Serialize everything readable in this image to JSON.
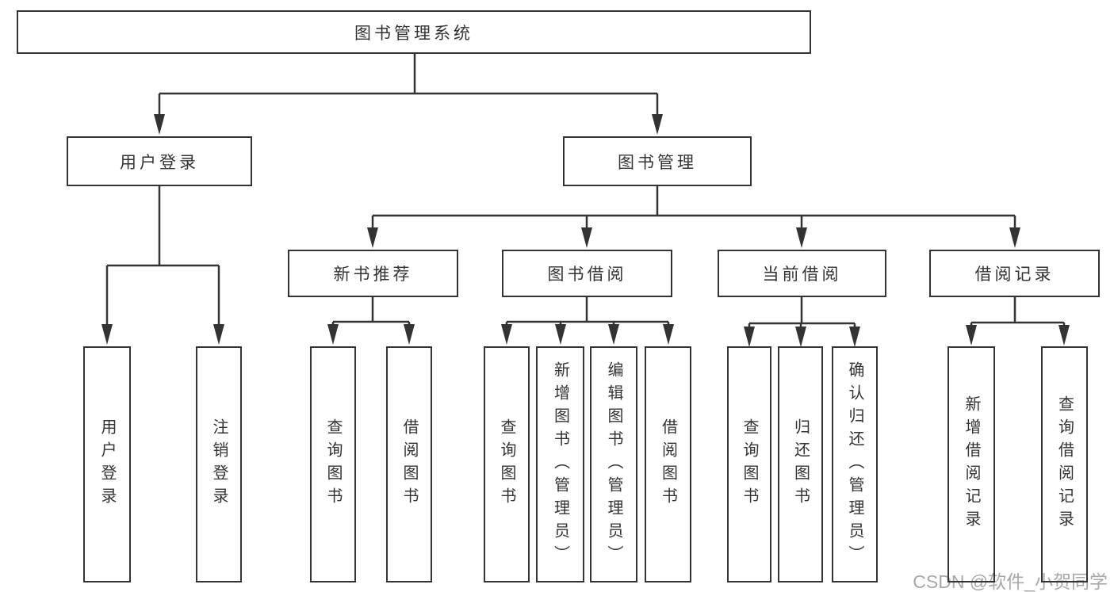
{
  "diagram": {
    "title": "图书管理系统",
    "level2": {
      "user_login": "用户登录",
      "book_management": "图书管理"
    },
    "level3": {
      "new_book": "新书推荐",
      "book_borrow": "图书借阅",
      "current_borrow": "当前借阅",
      "borrow_record": "借阅记录"
    },
    "leaves": {
      "user_login": [
        "用户登录",
        "注销登录"
      ],
      "new_book": [
        "查询图书",
        "借阅图书"
      ],
      "book_borrow": [
        "查询图书",
        "新增图书（管理员）",
        "编辑图书（管理员）",
        "借阅图书"
      ],
      "current_borrow": [
        "查询图书",
        "归还图书",
        "确认归还（管理员）"
      ],
      "borrow_record": [
        "新增借阅记录",
        "查询借阅记录"
      ]
    }
  },
  "watermark": "CSDN @软件_小贺同学",
  "colors": {
    "line": "#333333",
    "box_border": "#333333",
    "box_fill": "#ffffff",
    "text": "#333333",
    "watermark": "#a8a8a8",
    "background": "#ffffff"
  }
}
